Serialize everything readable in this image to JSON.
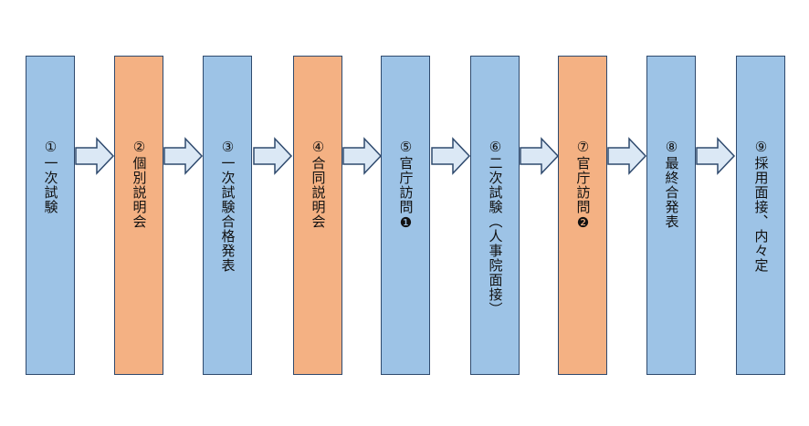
{
  "steps": [
    {
      "label": "①一次試験",
      "color": "blue"
    },
    {
      "label": "②個別説明会",
      "color": "orange"
    },
    {
      "label": "③一次試験合格発表",
      "color": "blue"
    },
    {
      "label": "④合同説明会",
      "color": "orange"
    },
    {
      "label": "⑤官庁訪問❶",
      "color": "blue"
    },
    {
      "label": "⑥二次試験（人事院面接）",
      "color": "blue"
    },
    {
      "label": "⑦官庁訪問❷",
      "color": "orange"
    },
    {
      "label": "⑧最終合発表",
      "color": "blue"
    },
    {
      "label": "⑨採用面接、内々定",
      "color": "blue"
    }
  ],
  "colors": {
    "blue_box": "#9dc3e6",
    "orange_box": "#f4b183",
    "box_border": "#2f4a6e",
    "arrow_fill": "#dbe8f5",
    "arrow_stroke": "#2f4a6e"
  }
}
